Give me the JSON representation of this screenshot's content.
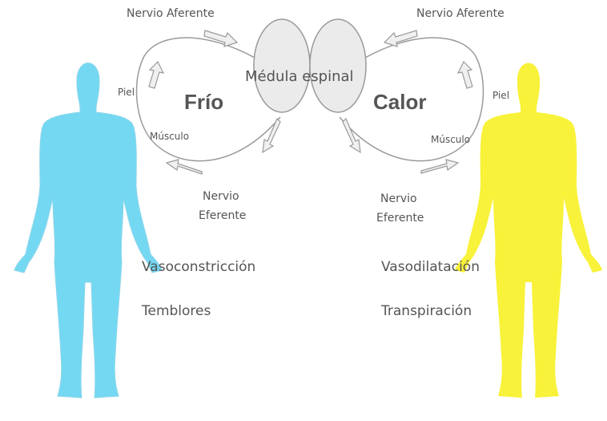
{
  "colors": {
    "core_red": "#ee2a12",
    "warm_orange": "#f59a1c",
    "yellow": "#f8f23a",
    "green": "#5fa83c",
    "cyan": "#74d8f2",
    "outline": "#9a9a9a",
    "lobe_fill": "#ebebeb",
    "arrow_fill": "#f0f0f0",
    "text": "#555555"
  },
  "diagram": {
    "spinal_cord": "Médula espinal",
    "cold": {
      "title": "Frío",
      "afferent": "Nervio Aferente",
      "skin": "Piel",
      "muscle": "Músculo",
      "efferent_line1": "Nervio",
      "efferent_line2": "Eferente",
      "response1": "Vasoconstricción",
      "response2": "Temblores"
    },
    "heat": {
      "title": "Calor",
      "afferent": "Nervio Aferente",
      "skin": "Piel",
      "muscle": "Músculo",
      "efferent_line1": "Nervio",
      "efferent_line2": "Eferente",
      "response1": "Vasodilatación",
      "response2": "Transpiración"
    }
  }
}
